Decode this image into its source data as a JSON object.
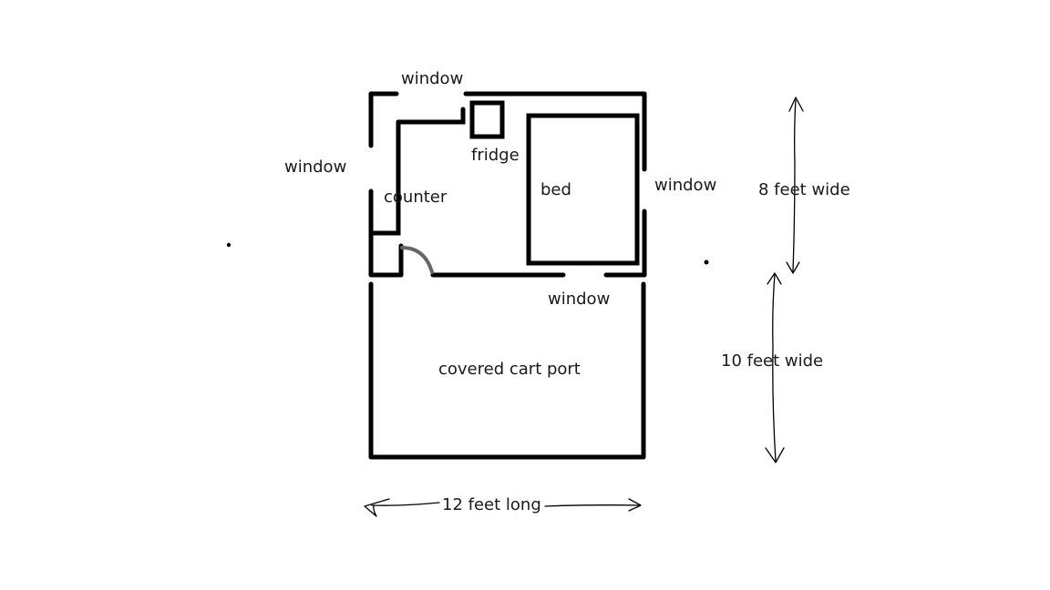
{
  "labels": {
    "window_top": "window",
    "window_left": "window",
    "window_right": "window",
    "window_bottom": "window",
    "counter": "counter",
    "fridge": "fridge",
    "bed": "bed",
    "carport": "covered cart port",
    "width_top": "8 feet wide",
    "width_bottom": "10 feet wide",
    "length": "12 feet long"
  },
  "colors": {
    "walls": "#000000",
    "door_swing": "#666666",
    "background": "#ffffff"
  }
}
